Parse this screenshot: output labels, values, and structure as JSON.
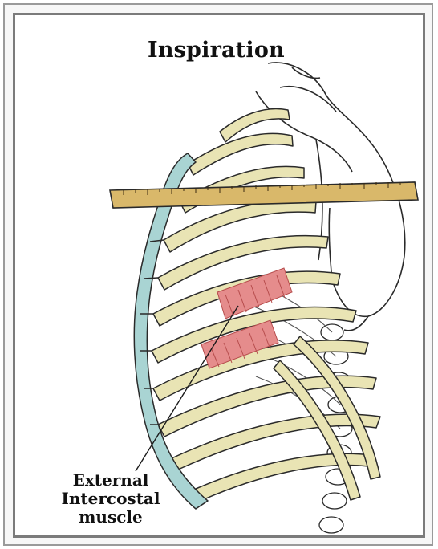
{
  "title": "Inspiration",
  "label": {
    "line1": "External",
    "line2": "Intercostal",
    "line3": "muscle"
  },
  "colors": {
    "rib": "#e9e4b4",
    "rib_outline": "#2a2a2a",
    "cartilage": "#a9d4d3",
    "muscle": "#e58c8c",
    "ruler": "#d9b86a",
    "frame": "#7b7b7b"
  }
}
